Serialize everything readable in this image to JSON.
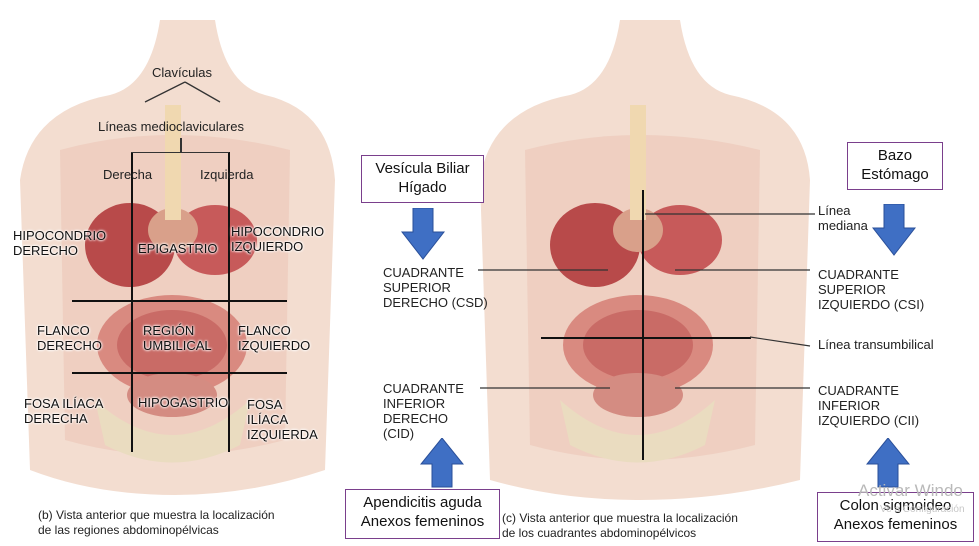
{
  "left_panel": {
    "clavicles": "Clavículas",
    "midclavicular_lines": "Líneas medioclaviculares",
    "right": "Derecha",
    "left": "Izquierda",
    "regions": {
      "hipocondrio_derecho": [
        "HIPOCONDRIO",
        "DERECHO"
      ],
      "epigastrio": "EPIGASTRIO",
      "hipocondrio_izquierdo": [
        "HIPOCONDRIO",
        "IZQUIERDO"
      ],
      "flanco_derecho": [
        "FLANCO",
        "DERECHO"
      ],
      "region_umbilical": [
        "REGIÓN",
        "UMBILICAL"
      ],
      "flanco_izquierdo": [
        "FLANCO",
        "IZQUIERDO"
      ],
      "fosa_iliaca_derecha": [
        "FOSA ILÍACA",
        "DERECHA"
      ],
      "hipogastrio": "HIPOGASTRIO",
      "fosa_iliaca_izquierda": [
        "FOSA",
        "ILÍACA",
        "IZQUIERDA"
      ]
    },
    "caption": [
      "(b) Vista anterior que muestra la localización",
      "de las regiones abdominopélvicas"
    ]
  },
  "right_panel": {
    "csd": [
      "CUADRANTE",
      "SUPERIOR",
      "DERECHO (CSD)"
    ],
    "csi": [
      "CUADRANTE",
      "SUPERIOR",
      "IZQUIERDO (CSI)"
    ],
    "cid": [
      "CUADRANTE",
      "INFERIOR",
      "DERECHO",
      "(CID)"
    ],
    "cii": [
      "CUADRANTE",
      "INFERIOR",
      "IZQUIERDO (CII)"
    ],
    "median_line": [
      "Línea",
      "mediana"
    ],
    "transumbilical_line": "Línea transumbilical",
    "caption": [
      "(c) Vista anterior que muestra la localización",
      "de los cuadrantes abdominopélvicos"
    ]
  },
  "annotation_boxes": {
    "top_left": [
      "Vesícula Biliar",
      "Hígado"
    ],
    "top_right": [
      "Bazo",
      "Estómago"
    ],
    "bottom_left": [
      "Apendicitis aguda",
      "Anexos femeninos"
    ],
    "bottom_right": [
      "Colon sigmoideo",
      "Anexos femeninos"
    ]
  },
  "watermark": {
    "line1": "Activar Windo",
    "line2": "Ve a Configuración"
  },
  "colors": {
    "arrow_blue": "#3f6fc4",
    "box_border": "#7a3f8c",
    "skin": "#f3ddd0",
    "organ_red": "#b84a4a"
  }
}
